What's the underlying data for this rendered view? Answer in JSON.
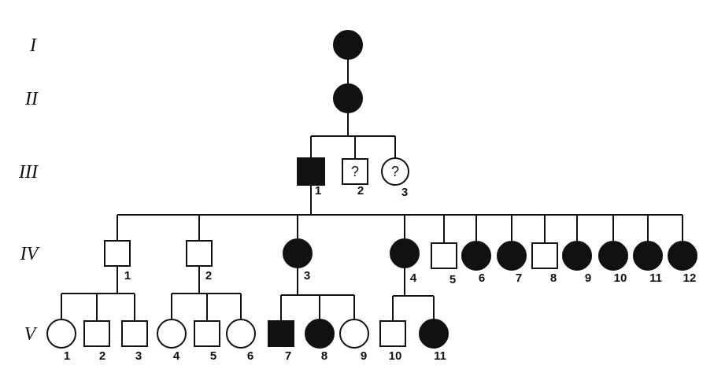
{
  "generations": [
    "I",
    "II",
    "III",
    "IV",
    "V"
  ],
  "legend_colors": {
    "affected": "#111111",
    "unaffected": "#ffffff",
    "line": "#111111"
  },
  "individuals": [
    {
      "gen": "I",
      "sex": "female",
      "affected": true,
      "label": ""
    },
    {
      "gen": "II",
      "sex": "female",
      "affected": true,
      "label": ""
    },
    {
      "gen": "III",
      "sex": "male",
      "affected": true,
      "label": "1"
    },
    {
      "gen": "III",
      "sex": "male",
      "affected": false,
      "label": "2",
      "unknown_mark": "?"
    },
    {
      "gen": "III",
      "sex": "female",
      "affected": false,
      "label": "3",
      "unknown_mark": "?"
    },
    {
      "gen": "IV",
      "sex": "male",
      "affected": false,
      "label": "1"
    },
    {
      "gen": "IV",
      "sex": "male",
      "affected": false,
      "label": "2"
    },
    {
      "gen": "IV",
      "sex": "female",
      "affected": true,
      "label": "3"
    },
    {
      "gen": "IV",
      "sex": "female",
      "affected": true,
      "label": "4"
    },
    {
      "gen": "IV",
      "sex": "male",
      "affected": false,
      "label": "5"
    },
    {
      "gen": "IV",
      "sex": "female",
      "affected": true,
      "label": "6"
    },
    {
      "gen": "IV",
      "sex": "female",
      "affected": true,
      "label": "7"
    },
    {
      "gen": "IV",
      "sex": "male",
      "affected": false,
      "label": "8"
    },
    {
      "gen": "IV",
      "sex": "female",
      "affected": true,
      "label": "9"
    },
    {
      "gen": "IV",
      "sex": "female",
      "affected": true,
      "label": "10"
    },
    {
      "gen": "IV",
      "sex": "female",
      "affected": true,
      "label": "11"
    },
    {
      "gen": "IV",
      "sex": "female",
      "affected": true,
      "label": "12"
    },
    {
      "gen": "V",
      "sex": "female",
      "affected": false,
      "label": "1"
    },
    {
      "gen": "V",
      "sex": "male",
      "affected": false,
      "label": "2"
    },
    {
      "gen": "V",
      "sex": "male",
      "affected": false,
      "label": "3"
    },
    {
      "gen": "V",
      "sex": "female",
      "affected": false,
      "label": "4"
    },
    {
      "gen": "V",
      "sex": "male",
      "affected": false,
      "label": "5"
    },
    {
      "gen": "V",
      "sex": "female",
      "affected": false,
      "label": "6"
    },
    {
      "gen": "V",
      "sex": "male",
      "affected": true,
      "label": "7"
    },
    {
      "gen": "V",
      "sex": "female",
      "affected": true,
      "label": "8"
    },
    {
      "gen": "V",
      "sex": "female",
      "affected": false,
      "label": "9"
    },
    {
      "gen": "V",
      "sex": "male",
      "affected": false,
      "label": "10"
    },
    {
      "gen": "V",
      "sex": "female",
      "affected": true,
      "label": "11"
    }
  ]
}
